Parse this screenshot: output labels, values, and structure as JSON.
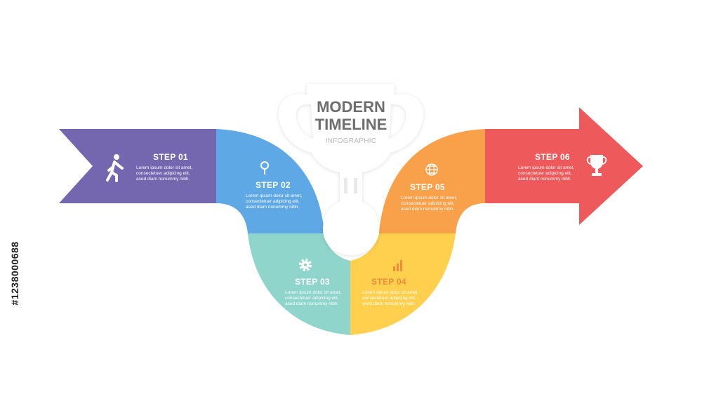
{
  "title": {
    "line1": "MODERN",
    "line2": "TIMELINE",
    "subtitle": "INFOGRAPHIC"
  },
  "side_id": "#1238000688",
  "steps": [
    {
      "label": "STEP 01",
      "lines": [
        "Lorem ipsum dolor sit  amet,",
        "consectetuer adipicing elit,",
        "ased diam nonummy nibh."
      ],
      "color": "#7566b0",
      "icon": "walking-person-icon"
    },
    {
      "label": "STEP 02",
      "lines": [
        "Lorem ipsum dolor sit  amet,",
        "consectetuer adipicing elit,",
        "ased diam nonummy nibh."
      ],
      "color": "#5fa8e6",
      "icon": "key-icon"
    },
    {
      "label": "STEP 03",
      "lines": [
        "Lorem ipsum dolor sit  amet,",
        "consectetuer adipicing elit,",
        "ased diam nonummy nibh."
      ],
      "color": "#8fd5cb",
      "icon": "gear-icon"
    },
    {
      "label": "STEP 04",
      "lines": [
        "Lorem ipsum dolor sit  amet,",
        "consectetuer adipicing elit,",
        "ased diam nonummy nibh."
      ],
      "color": "#ffd04d",
      "icon": "bar-chart-icon"
    },
    {
      "label": "STEP 05",
      "lines": [
        "Lorem ipsum dolor sit  amet,",
        "consectetuer adipicing elit,",
        "ased diam nonummy nibh."
      ],
      "color": "#f9a04a",
      "icon": "globe-icon"
    },
    {
      "label": "STEP 06",
      "lines": [
        "Lorem ipsum dolor sit  amet,",
        "consectetuer adipicing elit,",
        "ased diam nonummy nibh."
      ],
      "color": "#ee5a5b",
      "icon": "trophy-icon"
    }
  ]
}
